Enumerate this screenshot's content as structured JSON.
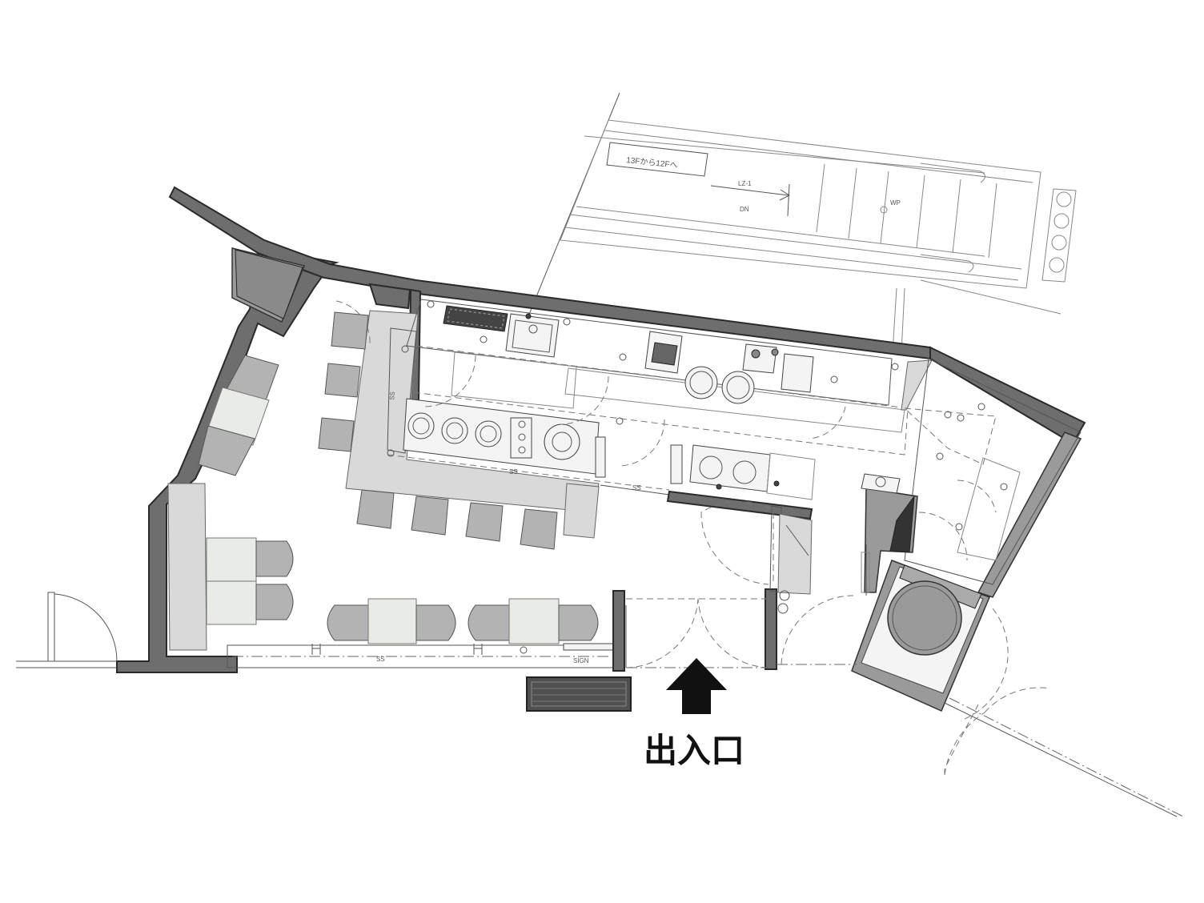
{
  "labels": {
    "floor_sign": "13Fから12Fへ",
    "stair_code": "LZ-1",
    "stair_direction": "DN",
    "wp": "WP",
    "ss_left": "SS",
    "ss_center": "SS",
    "ss_right": "SS",
    "ss_bottom": "SS",
    "sign": "SIGN",
    "entrance": "出入口"
  },
  "icons": {
    "entrance_arrow": "up-arrow-icon"
  },
  "colors": {
    "wall": "#6e6e6e",
    "counter": "#d9d9d9",
    "chair": "#b3b3b3",
    "table": "#e9ebe6",
    "arrow": "#111111"
  }
}
